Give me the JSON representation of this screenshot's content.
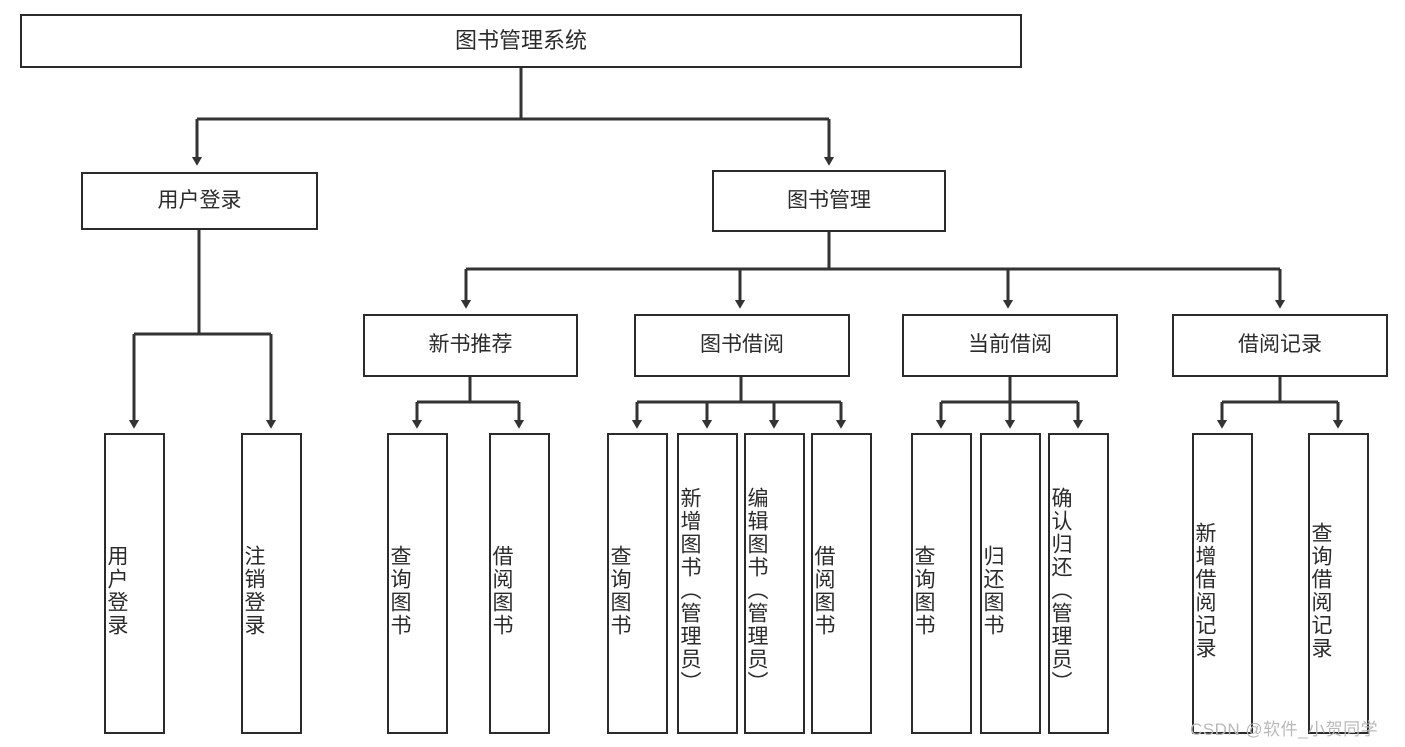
{
  "diagram": {
    "title": "图书管理系统",
    "type": "hierarchy-tree",
    "watermark": "CSDN @软件_小贺同学",
    "colors": {
      "box_border": "#2b2b2b",
      "box_fill": "#ffffff",
      "connector": "#333333",
      "text": "#2b2b2b",
      "watermark": "#b9b9b9",
      "background": "#ffffff"
    },
    "root": {
      "label": "图书管理系统"
    },
    "level1": [
      {
        "label": "用户登录"
      },
      {
        "label": "图书管理"
      }
    ],
    "level2": [
      {
        "label": "新书推荐"
      },
      {
        "label": "图书借阅"
      },
      {
        "label": "当前借阅"
      },
      {
        "label": "借阅记录"
      }
    ],
    "leaves": {
      "user_login": [
        {
          "label": "用户登录"
        },
        {
          "label": "注销登录"
        }
      ],
      "new_book_recommend": [
        {
          "label": "查询图书"
        },
        {
          "label": "借阅图书"
        }
      ],
      "book_borrow": [
        {
          "label": "查询图书"
        },
        {
          "label": "新增图书（管理员）"
        },
        {
          "label": "编辑图书（管理员）"
        },
        {
          "label": "借阅图书"
        }
      ],
      "current_borrow": [
        {
          "label": "查询图书"
        },
        {
          "label": "归还图书"
        },
        {
          "label": "确认归还（管理员）"
        }
      ],
      "borrow_record": [
        {
          "label": "新增借阅记录"
        },
        {
          "label": "查询借阅记录"
        }
      ]
    }
  }
}
